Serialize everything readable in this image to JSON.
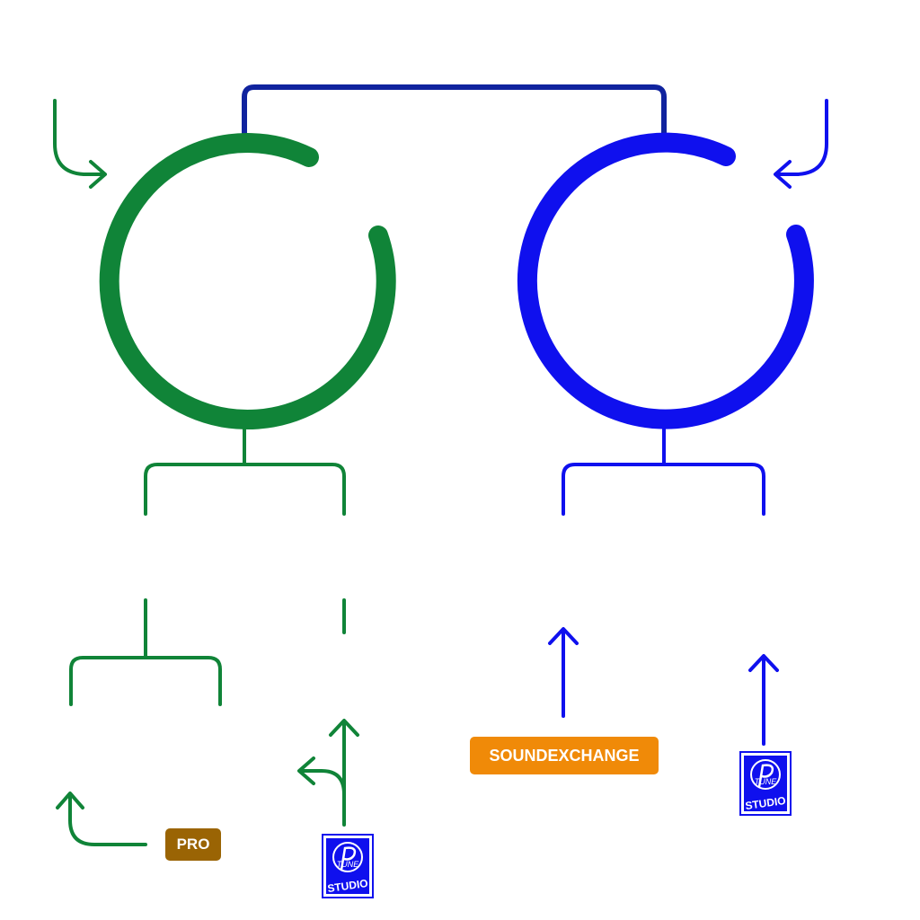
{
  "colors": {
    "green": "#108438",
    "dark_blue": "#10239e",
    "blue": "#0f10ee",
    "pro_badge": "#9a6404",
    "soundexchange_badge": "#f08a08"
  },
  "labels": {
    "pro": "PRO",
    "soundexchange": "SOUNDEXCHANGE"
  },
  "logo": {
    "top_text": "TUNE",
    "bottom_text": "STUDIO",
    "icon": "p-tune-studio-logo"
  }
}
